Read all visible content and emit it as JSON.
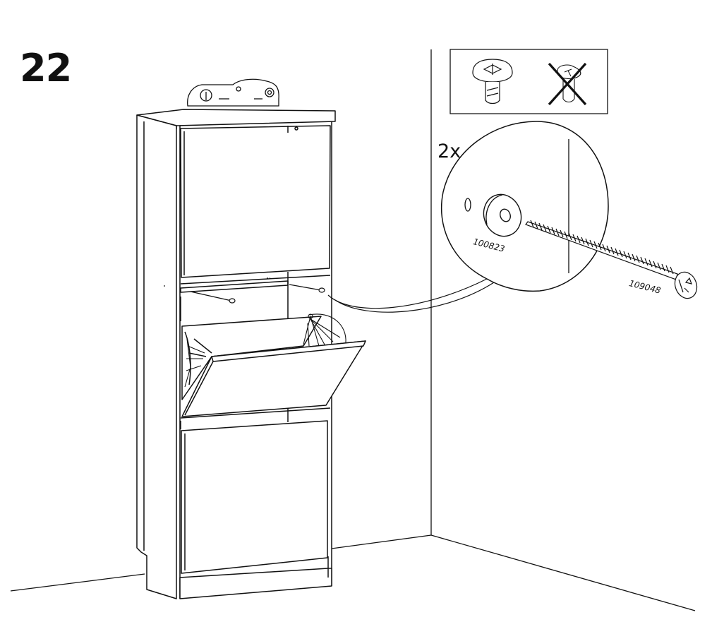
{
  "step": {
    "number": "22"
  },
  "detail": {
    "quantity": "2x"
  },
  "parts": {
    "washer": {
      "id": "100823"
    },
    "screw": {
      "id": "109048"
    }
  },
  "colors": {
    "line": "#111111",
    "background": "#ffffff"
  },
  "icons": {
    "tool_ok": "phillips-screw-head-icon",
    "tool_not": "crossed-out-screw-icon"
  }
}
